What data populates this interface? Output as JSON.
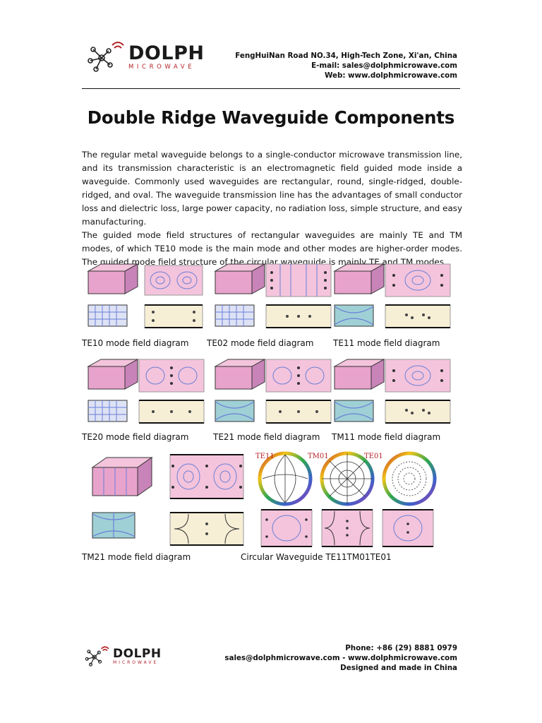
{
  "header": {
    "logo": {
      "brand": "DOLPH",
      "sub": "MICROWAVE"
    },
    "contact": [
      "FengHuiNan Road NO.34, High-Tech Zone, Xi'an, China",
      "E-mail: sales@dolphmicrowave.com",
      "Web: www.dolphmicrowave.com"
    ]
  },
  "title": "Double Ridge Waveguide Components",
  "paragraphs": [
    "The regular metal waveguide belongs to a single-conductor microwave transmission line, and its transmission characteristic is an electromagnetic field guided mode inside a waveguide. Commonly used waveguides are rectangular, round, single-ridged, double-ridged, and oval. The waveguide transmission line has the advantages of small conductor loss and dielectric loss, large power capacity, no radiation loss, simple structure, and easy manufacturing.",
    "The guided mode field structures of rectangular waveguides are mainly TE and TM modes, of which TE10 mode is the main mode and other modes are higher-order modes. The guided mode field structure of the circular waveguide is mainly TE and TM modes."
  ],
  "captions": {
    "te10": "TE10 mode field diagram",
    "te02": "TE02 mode field diagram",
    "te11": "TE11 mode field diagram",
    "te20": "TE20 mode field diagram",
    "te21": "TE21 mode field diagram",
    "tm11": "TM11 mode field diagram",
    "tm21": "TM21 mode field diagram",
    "circular": "Circular Waveguide TE11TM01TE01"
  },
  "circular_labels": {
    "a": "TE11",
    "b": "TM01",
    "c": "TE01"
  },
  "footer": {
    "logo": {
      "brand": "DOLPH",
      "sub": "MICROWAVE"
    },
    "contact": [
      "Phone: +86 (29) 8881 0979",
      "sales@dolphmicrowave.com - www.dolphmicrowave.com",
      "Designed and made in China"
    ]
  },
  "colors": {
    "accent_red": "#b42125",
    "text": "#111111",
    "field_pink": "#f4c4dc",
    "field_blue": "#6a7fd6",
    "field_cream": "#f7eed6"
  }
}
